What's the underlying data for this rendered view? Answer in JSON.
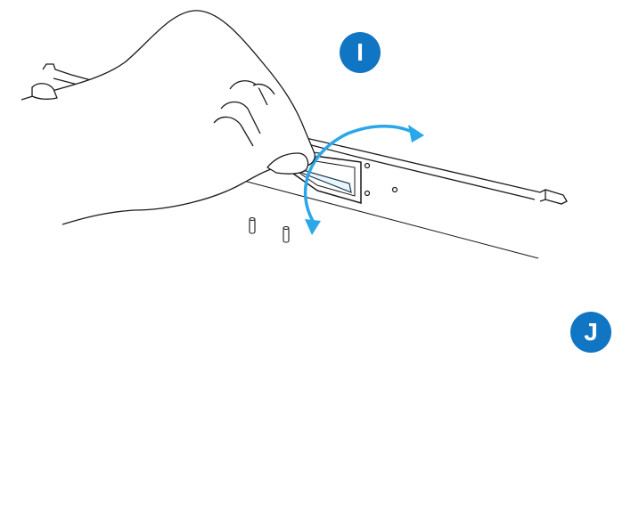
{
  "steps": {
    "upper": {
      "label": "I"
    },
    "lower": {
      "label": "J"
    }
  },
  "colors": {
    "badge": "#1076c4",
    "rotate_arrow": "#2aa7e8",
    "insert_arrow": "#2f7fd0",
    "connector_fill": "#a9d8f2",
    "connector_stroke": "#1a3b52",
    "line_art": "#1a1a1a"
  },
  "icons": {
    "step_i": "circle-badge",
    "step_j": "circle-badge",
    "rotate": "curved-double-arrow",
    "insert": "block-arrow"
  }
}
